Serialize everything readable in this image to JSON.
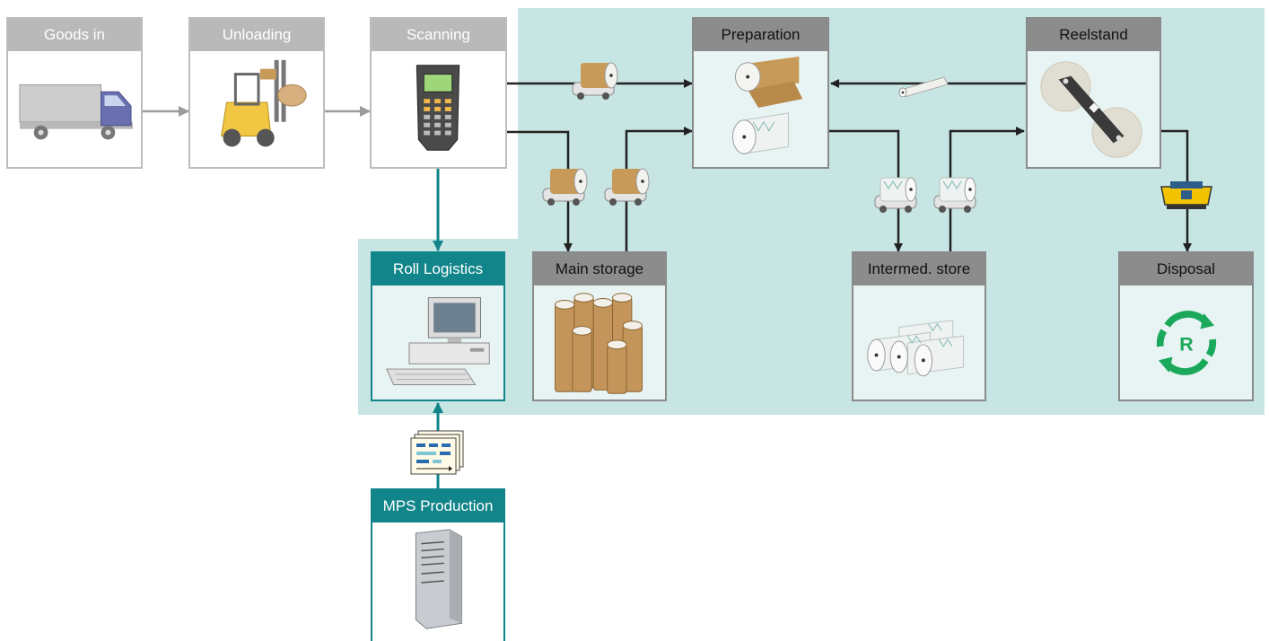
{
  "colors": {
    "region_fill": "#c6e5e3",
    "faded_header": "#b9b9b9",
    "active_header": "#8c8c8c",
    "system_header": "#12858a",
    "arrow_dark": "#222222",
    "arrow_faded": "#9b9b9b",
    "arrow_system": "#12858a",
    "recycle_green": "#1aa85a"
  },
  "process": {
    "goods_in": {
      "label": "Goods in",
      "icon": "truck-icon"
    },
    "unloading": {
      "label": "Unloading",
      "icon": "forklift-icon"
    },
    "scanning": {
      "label": "Scanning",
      "icon": "barcode-scanner-icon"
    },
    "preparation": {
      "label": "Preparation",
      "icon": "paper-roll-icon"
    },
    "reelstand": {
      "label": "Reelstand",
      "icon": "reelstand-icon"
    },
    "main_storage": {
      "label": "Main storage",
      "icon": "roll-stack-icon"
    },
    "intermed_store": {
      "label": "Intermed. store",
      "icon": "prepared-rolls-icon"
    },
    "disposal": {
      "label": "Disposal",
      "icon": "recycle-icon",
      "recycle_letter": "R"
    }
  },
  "systems": {
    "roll_logistics": {
      "label": "Roll Logistics",
      "icon": "workstation-icon"
    },
    "mps_production": {
      "label": "MPS Production",
      "icon": "server-tower-icon"
    }
  },
  "transfer_icons": [
    "roll-cart-icon",
    "prepared-roll-cart-icon",
    "core-tube-icon",
    "waste-bin-icon",
    "document-stack-icon"
  ]
}
